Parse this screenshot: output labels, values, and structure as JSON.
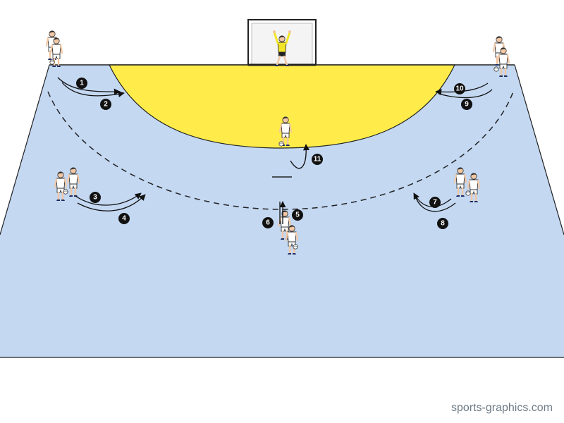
{
  "diagram": {
    "type": "handball-drill",
    "colors": {
      "court": "#c4d8f2",
      "goal_area": "#ffec4a",
      "lines": "#222222",
      "player_shirt": "#ffffff",
      "goalkeeper_shirt": "#f2e527",
      "badge": "#111111"
    },
    "step_numbers": [
      "1",
      "2",
      "3",
      "4",
      "5",
      "6",
      "7",
      "8",
      "9",
      "10",
      "11"
    ]
  },
  "footer": {
    "credit": "sports-graphics.com"
  }
}
